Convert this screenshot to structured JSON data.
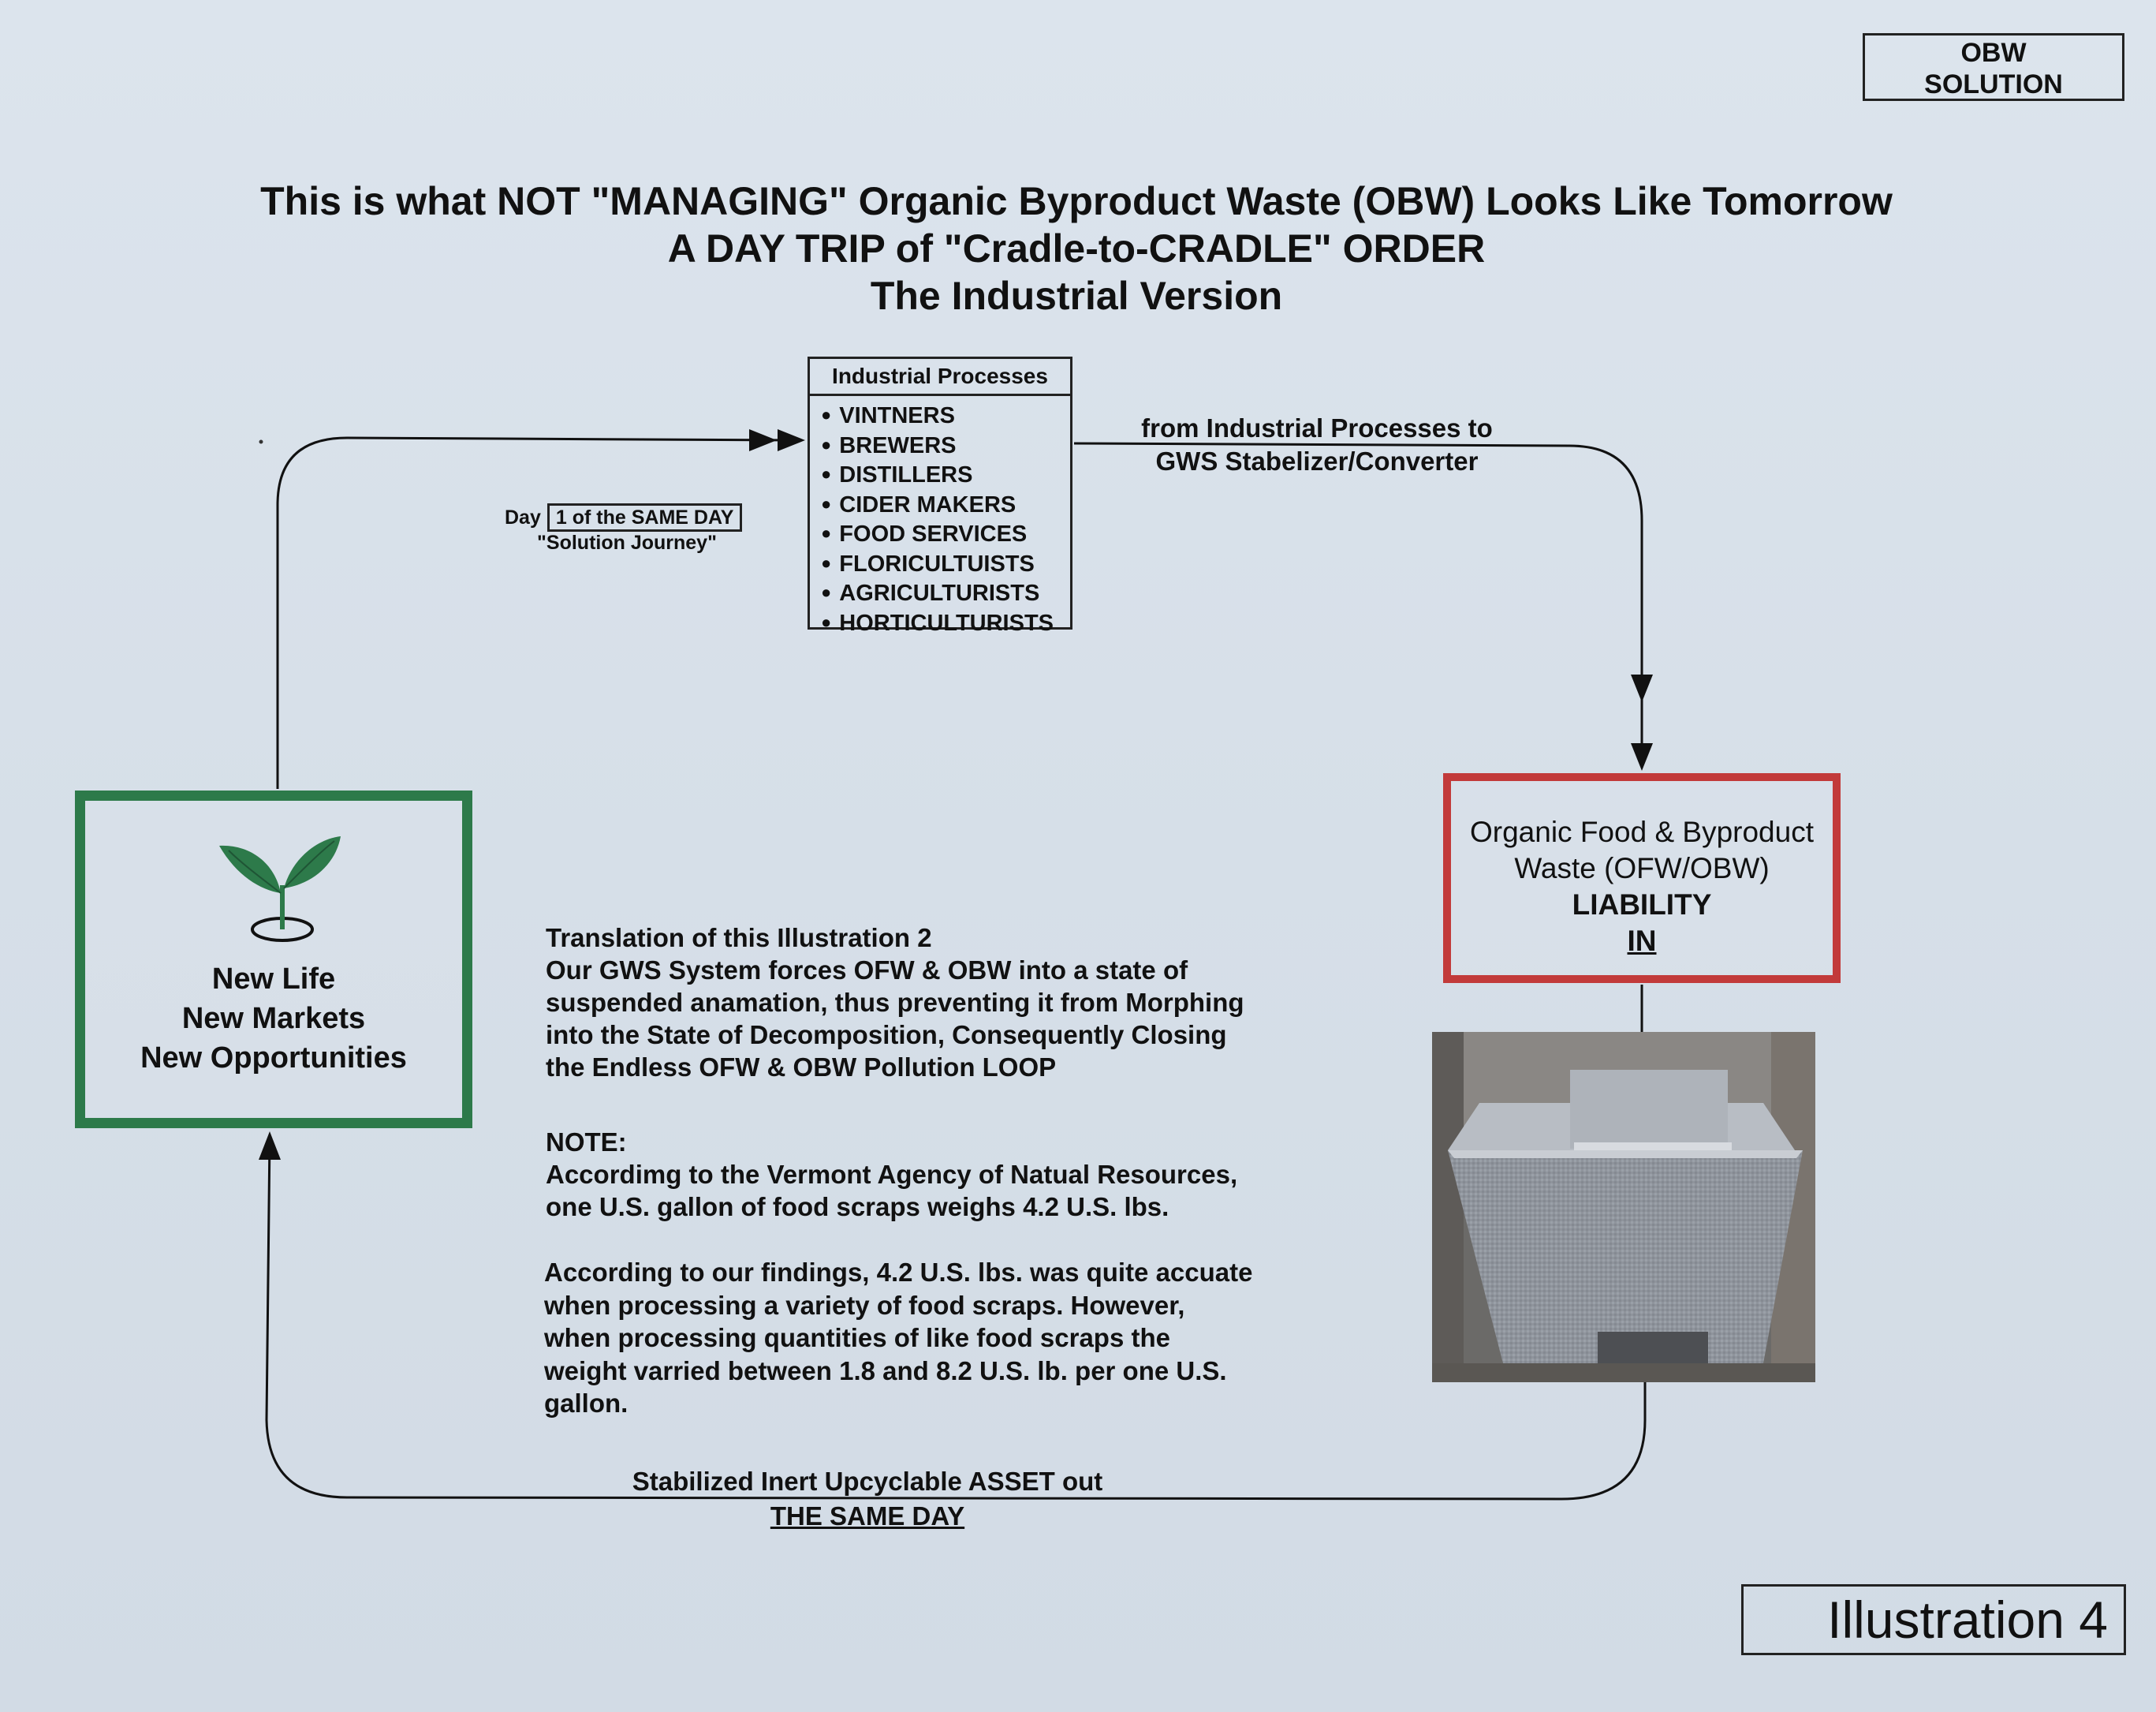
{
  "badge": {
    "line1": "OBW",
    "line2": "SOLUTION"
  },
  "title": {
    "line1": "This is what NOT \"MANAGING\" Organic Byproduct  Waste (OBW) Looks Like Tomorrow",
    "line2": "A DAY TRIP of \"Cradle-to-CRADLE\" ORDER",
    "line3": "The Industrial Version"
  },
  "industrial_box": {
    "heading": "Industrial Processes",
    "items": [
      "VINTNERS",
      "BREWERS",
      "DISTILLERS",
      "CIDER MAKERS",
      "FOOD SERVICES",
      "FLORICULTUISTS",
      "AGRICULTURISTS",
      "HORTICULTURISTS"
    ]
  },
  "day_label": {
    "prefix": "Day",
    "boxed": "1 of the SAME DAY",
    "journey": "\"Solution Journey\""
  },
  "flow_top": {
    "line1": "from Industrial Processes to",
    "line2": "GWS Stabelizer/Converter"
  },
  "green_box": {
    "line1": "New Life",
    "line2": "New Markets",
    "line3": "New Opportunities",
    "icon": "sprout-icon",
    "color": "#2d7a4a"
  },
  "red_box": {
    "line1": "Organic Food & Byproduct",
    "line2": "Waste (OFW/OBW)",
    "line3": "LIABILITY",
    "line4": "IN",
    "color": "#c23a3a"
  },
  "translation": {
    "heading": "Translation of this Illustration 2",
    "lines": [
      "Our GWS System forces OFW & OBW into a state of",
      "suspended anamation, thus preventing it from Morphing",
      "into the State of Decomposition, Consequently Closing",
      "the Endless OFW & OBW Pollution LOOP"
    ]
  },
  "note": {
    "heading": "NOTE:",
    "lines": [
      "Accordimg to the Vermont Agency of Natual Resources,",
      "one U.S. gallon of food scraps weighs 4.2 U.S. lbs."
    ]
  },
  "findings": {
    "lines": [
      "According to our findings, 4.2 U.S. lbs. was quite accuate",
      "when processing a variety of food scraps. However,",
      "when processing quantities of like food scraps the",
      "weight varried between 1.8 and 8.2 U.S. lb. per one U.S.",
      "gallon."
    ]
  },
  "flow_bottom": {
    "line1": "Stabilized Inert Upcyclable ASSET out",
    "line2": "THE SAME DAY"
  },
  "illustration_label": "Illustration 4"
}
